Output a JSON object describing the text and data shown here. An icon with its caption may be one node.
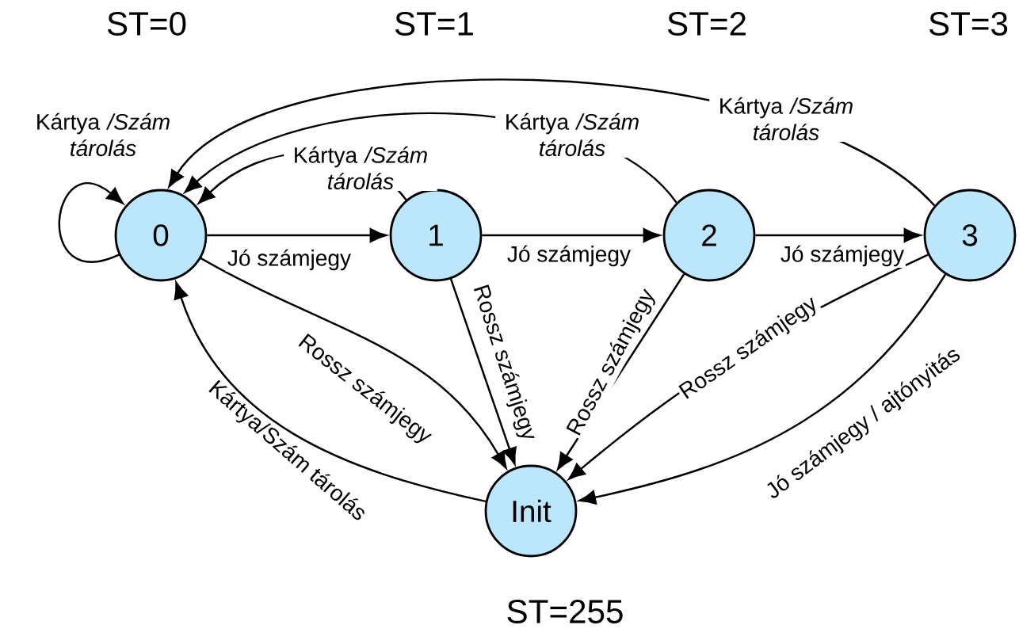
{
  "diagram": {
    "nodes": [
      {
        "text": [
          "0"
        ]
      },
      {
        "text": [
          "1"
        ]
      },
      {
        "text": [
          "2"
        ]
      },
      {
        "text": [
          "3"
        ]
      },
      {
        "text": [
          "Init"
        ],
        "beside": [
          "ST=255"
        ]
      }
    ],
    "edges": [
      {
        "from": 0,
        "to": 0,
        "arrow": "to",
        "label": "Kártya */Szám tárolás*"
      },
      {
        "from": 0,
        "to": 1,
        "arrow": "to",
        "label": "Jó számjegy"
      },
      {
        "from": 1,
        "to": 0,
        "arrow": "to",
        "label": "Kártya */Szám tárolás*"
      },
      {
        "from": 2,
        "to": 0,
        "arrow": "to",
        "label": "Kártya */Szám tárolás*"
      },
      {
        "from": 3,
        "to": 0,
        "arrow": "to",
        "label": "Kártya */Szám tárolás*"
      },
      {
        "from": 1,
        "to": 2,
        "arrow": "to",
        "label": "Jó számjegy"
      },
      {
        "from": 2,
        "to": 3,
        "arrow": "to",
        "label": "Jó számjegy"
      },
      {
        "from": 0,
        "to": 4,
        "arrow": "to",
        "label": "Rossz számjegy"
      },
      {
        "from": 4,
        "to": 0,
        "arrow": "to",
        "label": "Kártya/Szám tárolás"
      },
      {
        "from": 1,
        "to": 4,
        "arrow": "to",
        "label": "Rossz számjegy"
      },
      {
        "from": 2,
        "to": 4,
        "arrow": "to",
        "label": "Rossz számjegy"
      },
      {
        "from": 3,
        "to": 4,
        "arrow": "to",
        "label": "Rossz számjegy"
      },
      {
        "from": 3,
        "to": 4,
        "arrow": "to",
        "label": "Jó számjegy / ajtónyitás"
      }
    ],
    "labels": [
      "ST=0",
      "ST=1",
      "ST=2",
      "ST=3"
    ]
  }
}
